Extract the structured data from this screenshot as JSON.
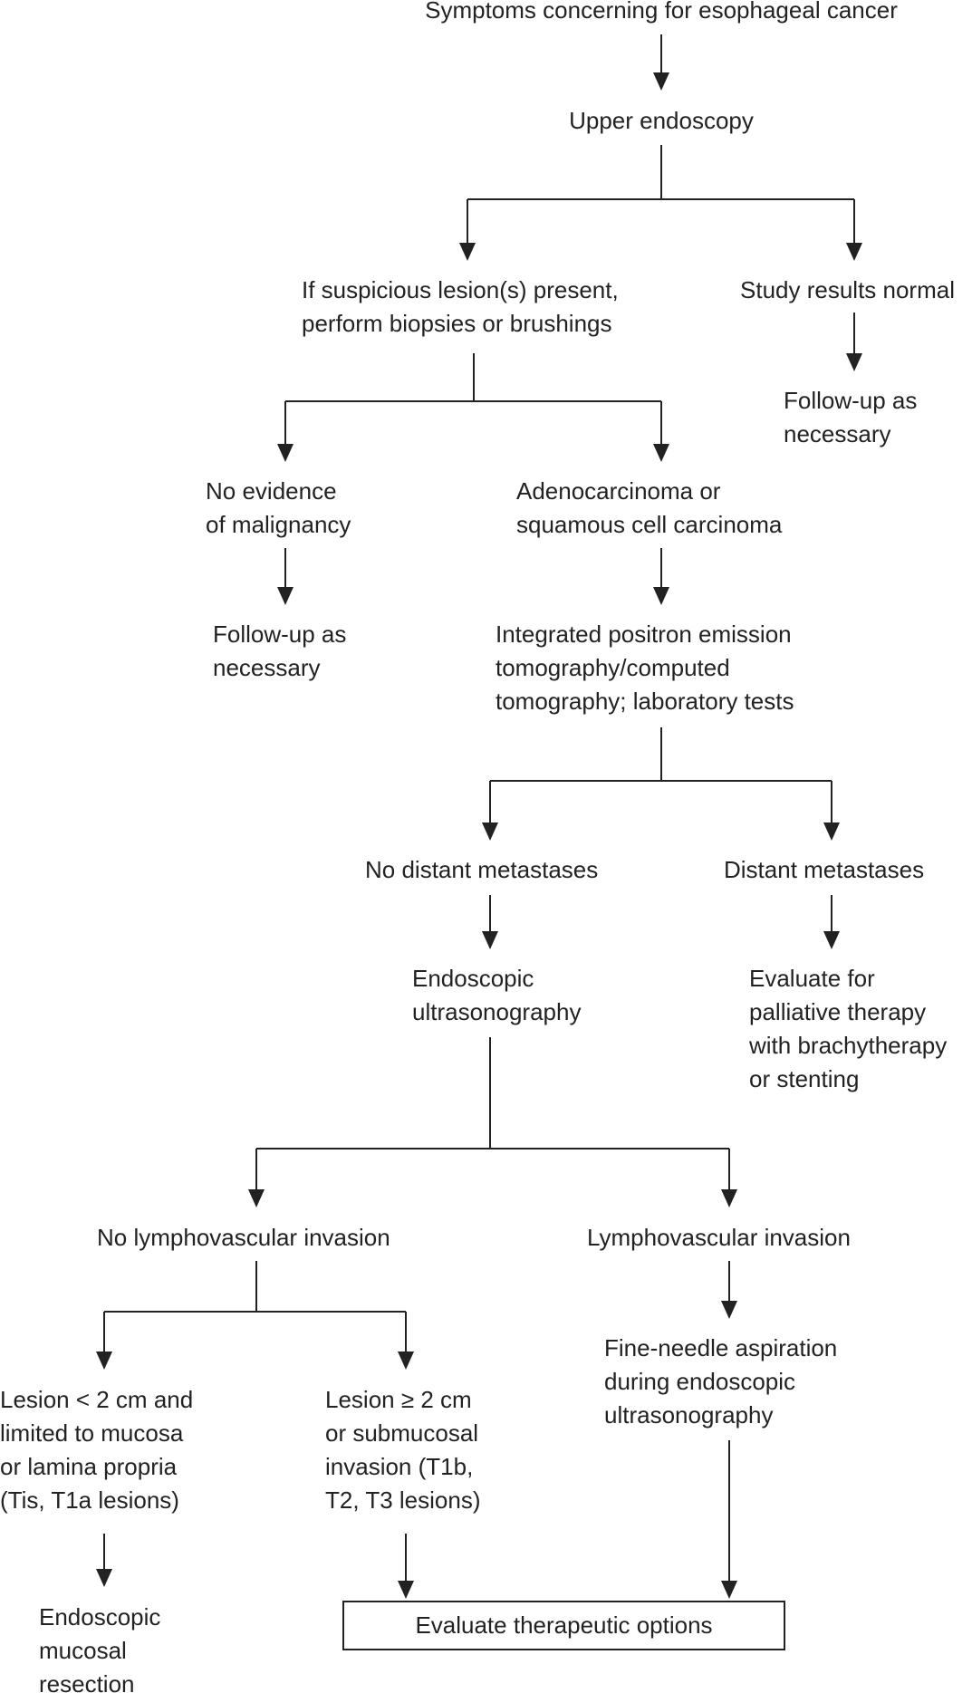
{
  "nodes": {
    "symptoms": "Symptoms concerning for esophageal cancer",
    "upper_endoscopy": "Upper endoscopy",
    "suspicious_lesion": "If suspicious lesion(s) present,\nperform biopsies or brushings",
    "study_normal": "Study results normal",
    "followup_normal": "Follow-up as\nnecessary",
    "no_malignancy": "No evidence\nof malignancy",
    "carcinoma": "Adenocarcinoma or\nsquamous cell carcinoma",
    "followup_no_malignancy": "Follow-up as\nnecessary",
    "pet_ct": "Integrated positron emission\ntomography/computed\ntomography; laboratory tests",
    "no_distant_mets": "No distant metastases",
    "distant_mets": "Distant metastases",
    "eus": "Endoscopic\nultrasonography",
    "palliative": "Evaluate for\npalliative therapy\nwith brachytherapy\nor stenting",
    "no_lvi": "No lymphovascular invasion",
    "lvi": "Lymphovascular invasion",
    "lesion_small": "Lesion < 2 cm and\nlimited to mucosa\nor lamina propria\n(Tis, T1a lesions)",
    "lesion_large": "Lesion ≥ 2 cm\nor submucosal\ninvasion (T1b,\nT2, T3 lesions)",
    "fna": "Fine-needle aspiration\nduring endoscopic\nultrasonography",
    "emr": "Endoscopic\nmucosal\nresection",
    "therapeutic": "Evaluate therapeutic options"
  }
}
